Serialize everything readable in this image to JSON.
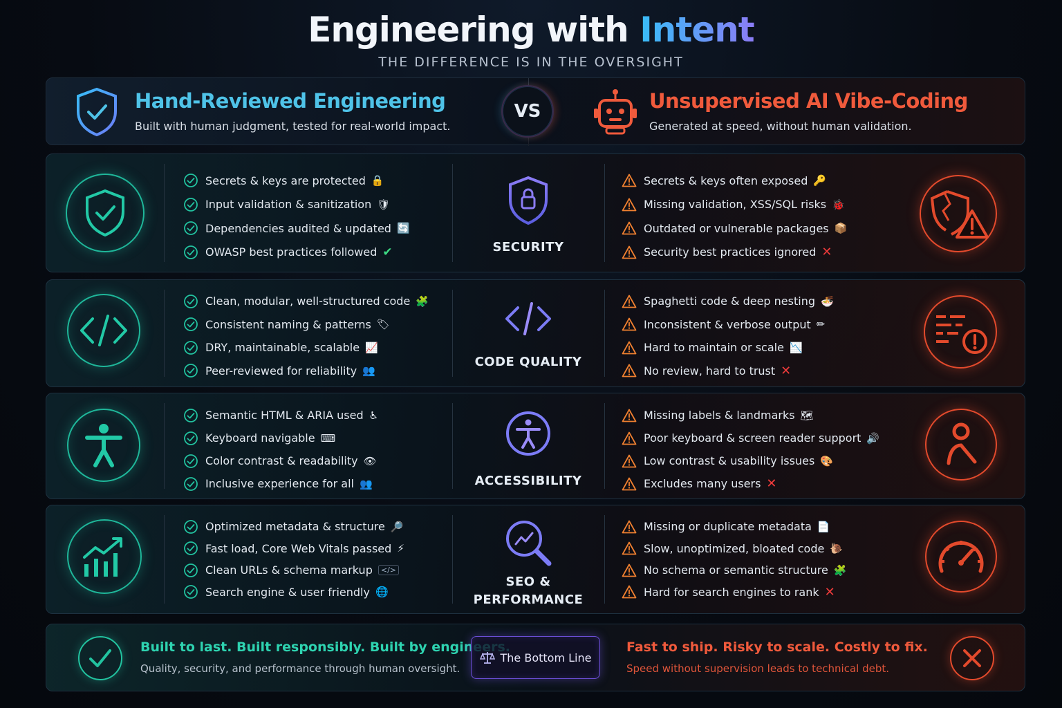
{
  "title": {
    "main": "Engineering with ",
    "accent": "Intent"
  },
  "subtitle": "THE DIFFERENCE IS IN THE OVERSIGHT",
  "header": {
    "left": {
      "title": "Hand-Reviewed Engineering",
      "subtitle": "Built with human judgment, tested for real-world impact.",
      "icon": "shield-check-icon"
    },
    "vs": "VS",
    "right": {
      "title": "Unsupervised AI Vibe-Coding",
      "subtitle": "Generated at speed, without human validation.",
      "icon": "robot-icon"
    }
  },
  "sections": [
    {
      "label": "SECURITY",
      "good": [
        {
          "text": "Secrets & keys are protected",
          "emoji": "🔒"
        },
        {
          "text": "Input validation & sanitization",
          "emoji": "🛡"
        },
        {
          "text": "Dependencies audited & updated",
          "emoji": "🔄"
        },
        {
          "text": "OWASP best practices followed",
          "emoji": "✔"
        }
      ],
      "bad": [
        {
          "text": "Secrets & keys often exposed",
          "emoji": "🔑"
        },
        {
          "text": "Missing validation, XSS/SQL risks",
          "emoji": "🐞"
        },
        {
          "text": "Outdated or vulnerable packages",
          "emoji": "📦"
        },
        {
          "text": "Security best practices ignored",
          "emoji": "✕"
        }
      ]
    },
    {
      "label": "CODE QUALITY",
      "good": [
        {
          "text": "Clean, modular, well-structured code",
          "emoji": "🧩"
        },
        {
          "text": "Consistent naming & patterns",
          "emoji": "🏷"
        },
        {
          "text": "DRY, maintainable, scalable",
          "emoji": "📈"
        },
        {
          "text": "Peer-reviewed for reliability",
          "emoji": "👥"
        }
      ],
      "bad": [
        {
          "text": "Spaghetti code & deep nesting",
          "emoji": "🍜"
        },
        {
          "text": "Inconsistent & verbose output",
          "emoji": "✏"
        },
        {
          "text": "Hard to maintain or scale",
          "emoji": "📉"
        },
        {
          "text": "No review, hard to trust",
          "emoji": "✕"
        }
      ]
    },
    {
      "label": "ACCESSIBILITY",
      "good": [
        {
          "text": "Semantic HTML & ARIA used",
          "emoji": "♿"
        },
        {
          "text": "Keyboard navigable",
          "emoji": "⌨"
        },
        {
          "text": "Color contrast & readability",
          "emoji": "👁"
        },
        {
          "text": "Inclusive experience for all",
          "emoji": "👥"
        }
      ],
      "bad": [
        {
          "text": "Missing labels & landmarks",
          "emoji": "🗺"
        },
        {
          "text": "Poor keyboard & screen reader support",
          "emoji": "🔊"
        },
        {
          "text": "Low contrast & usability issues",
          "emoji": "🎨"
        },
        {
          "text": "Excludes many users",
          "emoji": "✕"
        }
      ]
    },
    {
      "label": "SEO &",
      "label2": "PERFORMANCE",
      "good": [
        {
          "text": "Optimized metadata & structure",
          "emoji": "🔎"
        },
        {
          "text": "Fast load, Core Web Vitals passed",
          "emoji": "⚡"
        },
        {
          "text": "Clean URLs & schema markup",
          "emoji": "</>"
        },
        {
          "text": "Search engine & user friendly",
          "emoji": "🌐"
        }
      ],
      "bad": [
        {
          "text": "Missing or duplicate metadata",
          "emoji": "📄"
        },
        {
          "text": "Slow, unoptimized, bloated code",
          "emoji": "🐌"
        },
        {
          "text": "No schema or semantic structure",
          "emoji": "🧩"
        },
        {
          "text": "Hard for search engines to rank",
          "emoji": "✕"
        }
      ]
    }
  ],
  "footer": {
    "left": {
      "title": "Built to last. Built responsibly. Built by engineers.",
      "subtitle": "Quality, security, and performance through human oversight."
    },
    "center": "The Bottom Line",
    "right": {
      "title": "Fast to ship. Risky to scale. Costly to fix.",
      "subtitle": "Speed without supervision leads to technical debt."
    }
  },
  "colors": {
    "good": "#1fb79a",
    "bad": "#e34a2c",
    "accent_blue": "#4fc3e8",
    "accent_purple": "#8b7cf6"
  }
}
